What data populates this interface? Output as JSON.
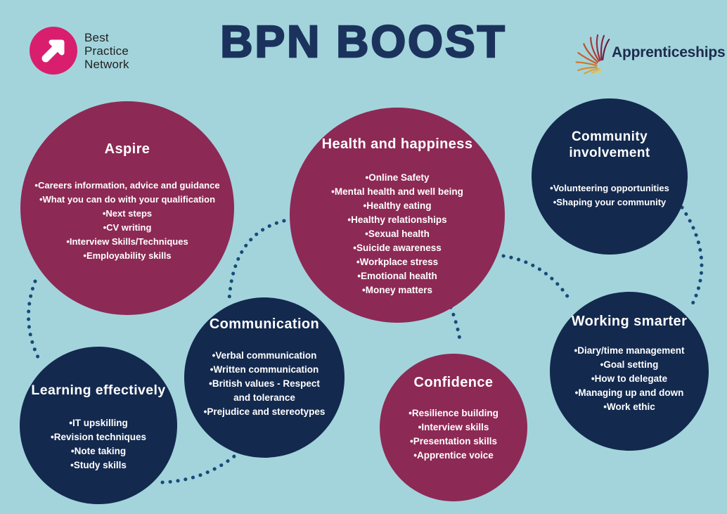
{
  "header": {
    "bpn_logo": {
      "lines": [
        "Best",
        "Practice",
        "Network"
      ],
      "circle_color": "#d91e6e"
    },
    "title": "BPN BOOST",
    "apprenticeships_logo": {
      "label": "Apprenticeships"
    }
  },
  "palette": {
    "maroon": "#8d2955",
    "navy": "#13294e",
    "background": "#a3d4dc",
    "dot_color": "#174a7a",
    "title_color": "#1b335c"
  },
  "circles": [
    {
      "id": "aspire",
      "title": "Aspire",
      "color": "maroon",
      "bullets": [
        "Careers information, advice and guidance",
        "What you can do with your qualification",
        "Next steps",
        "CV writing",
        "Interview Skills/Techniques",
        "Employability skills"
      ]
    },
    {
      "id": "health",
      "title": "Health and happiness",
      "color": "maroon",
      "bullets": [
        "Online Safety",
        "Mental health and well being",
        "Healthy eating",
        "Healthy relationships",
        "Sexual health",
        "Suicide awareness",
        "Workplace stress",
        "Emotional health",
        "Money matters"
      ]
    },
    {
      "id": "community",
      "title": "Community involvement",
      "color": "navy",
      "bullets": [
        "Volunteering opportunities",
        "Shaping your community"
      ]
    },
    {
      "id": "communication",
      "title": "Communication",
      "color": "navy",
      "bullets": [
        "Verbal communication",
        "Written communication",
        "British values - Respect and tolerance",
        "Prejudice and stereotypes"
      ]
    },
    {
      "id": "learning",
      "title": "Learning effectively",
      "color": "navy",
      "bullets": [
        "IT upskilling",
        "Revision techniques",
        "Note taking",
        "Study skills"
      ]
    },
    {
      "id": "confidence",
      "title": "Confidence",
      "color": "maroon",
      "bullets": [
        "Resilience building",
        "Interview skills",
        "Presentation skills",
        "Apprentice voice"
      ]
    },
    {
      "id": "working",
      "title": "Working smarter",
      "color": "navy",
      "bullets": [
        "Diary/time management",
        "Goal setting",
        "How to delegate",
        "Managing up and down",
        "Work ethic"
      ]
    }
  ]
}
